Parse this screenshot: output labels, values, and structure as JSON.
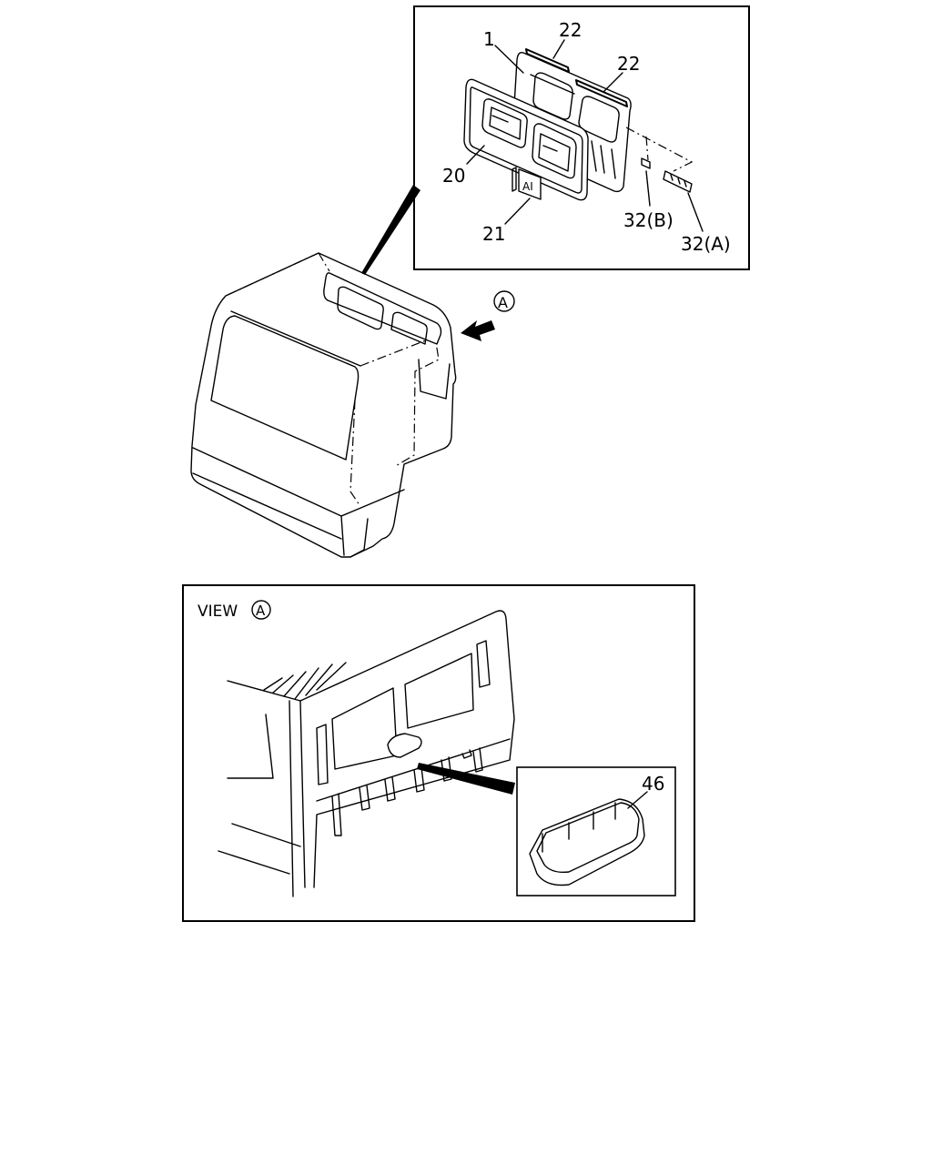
{
  "diagram": {
    "callouts": {
      "c1": "1",
      "c22a": "22",
      "c22b": "22",
      "c20": "20",
      "c21": "21",
      "c32b": "32(B)",
      "c32a": "32(A)",
      "c46": "46"
    },
    "view_marker": "A",
    "view_label": "VIEW",
    "label_plate_text": "AI"
  }
}
